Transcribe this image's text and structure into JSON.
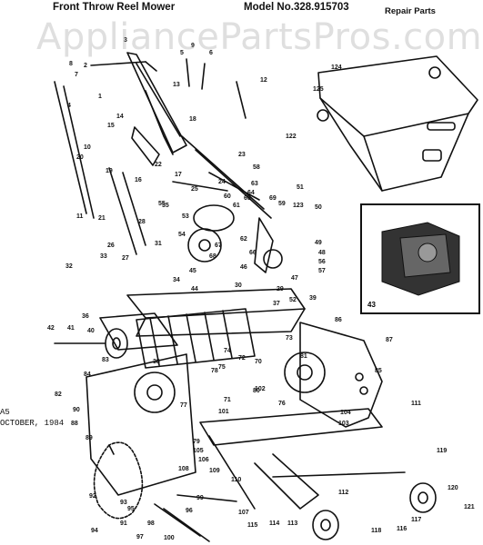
{
  "header": {
    "title": "Front Throw Reel Mower",
    "model": "Model No.328.915703",
    "section": "Repair Parts"
  },
  "watermark": "AppliancePartsPros.com",
  "side_notes": {
    "code": "A5",
    "date": "OCTOBER, 1984"
  },
  "inset": {
    "label": "43"
  },
  "part_labels": [
    "1",
    "2",
    "3",
    "4",
    "5",
    "6",
    "7",
    "8",
    "9",
    "10",
    "11",
    "12",
    "13",
    "14",
    "15",
    "16",
    "17",
    "18",
    "19",
    "20",
    "21",
    "22",
    "23",
    "24",
    "25",
    "26",
    "27",
    "28",
    "29",
    "30",
    "31",
    "32",
    "33",
    "34",
    "35",
    "36",
    "37",
    "38",
    "39",
    "40",
    "41",
    "42",
    "43",
    "44",
    "45",
    "46",
    "47",
    "48",
    "49",
    "50",
    "51",
    "52",
    "53",
    "54",
    "55",
    "56",
    "57",
    "58",
    "59",
    "60",
    "61",
    "62",
    "63",
    "64",
    "65",
    "66",
    "67",
    "68",
    "69",
    "70",
    "71",
    "72",
    "73",
    "74",
    "75",
    "76",
    "77",
    "78",
    "79",
    "80",
    "81",
    "82",
    "83",
    "84",
    "85",
    "86",
    "87",
    "88",
    "89",
    "90",
    "91",
    "92",
    "93",
    "94",
    "95",
    "96",
    "97",
    "98",
    "99",
    "100",
    "101",
    "102",
    "103",
    "104",
    "105",
    "106",
    "107",
    "108",
    "109",
    "110",
    "111",
    "112",
    "113",
    "114",
    "115",
    "116",
    "117",
    "118",
    "119",
    "120",
    "121",
    "122",
    "123",
    "124",
    "125"
  ]
}
